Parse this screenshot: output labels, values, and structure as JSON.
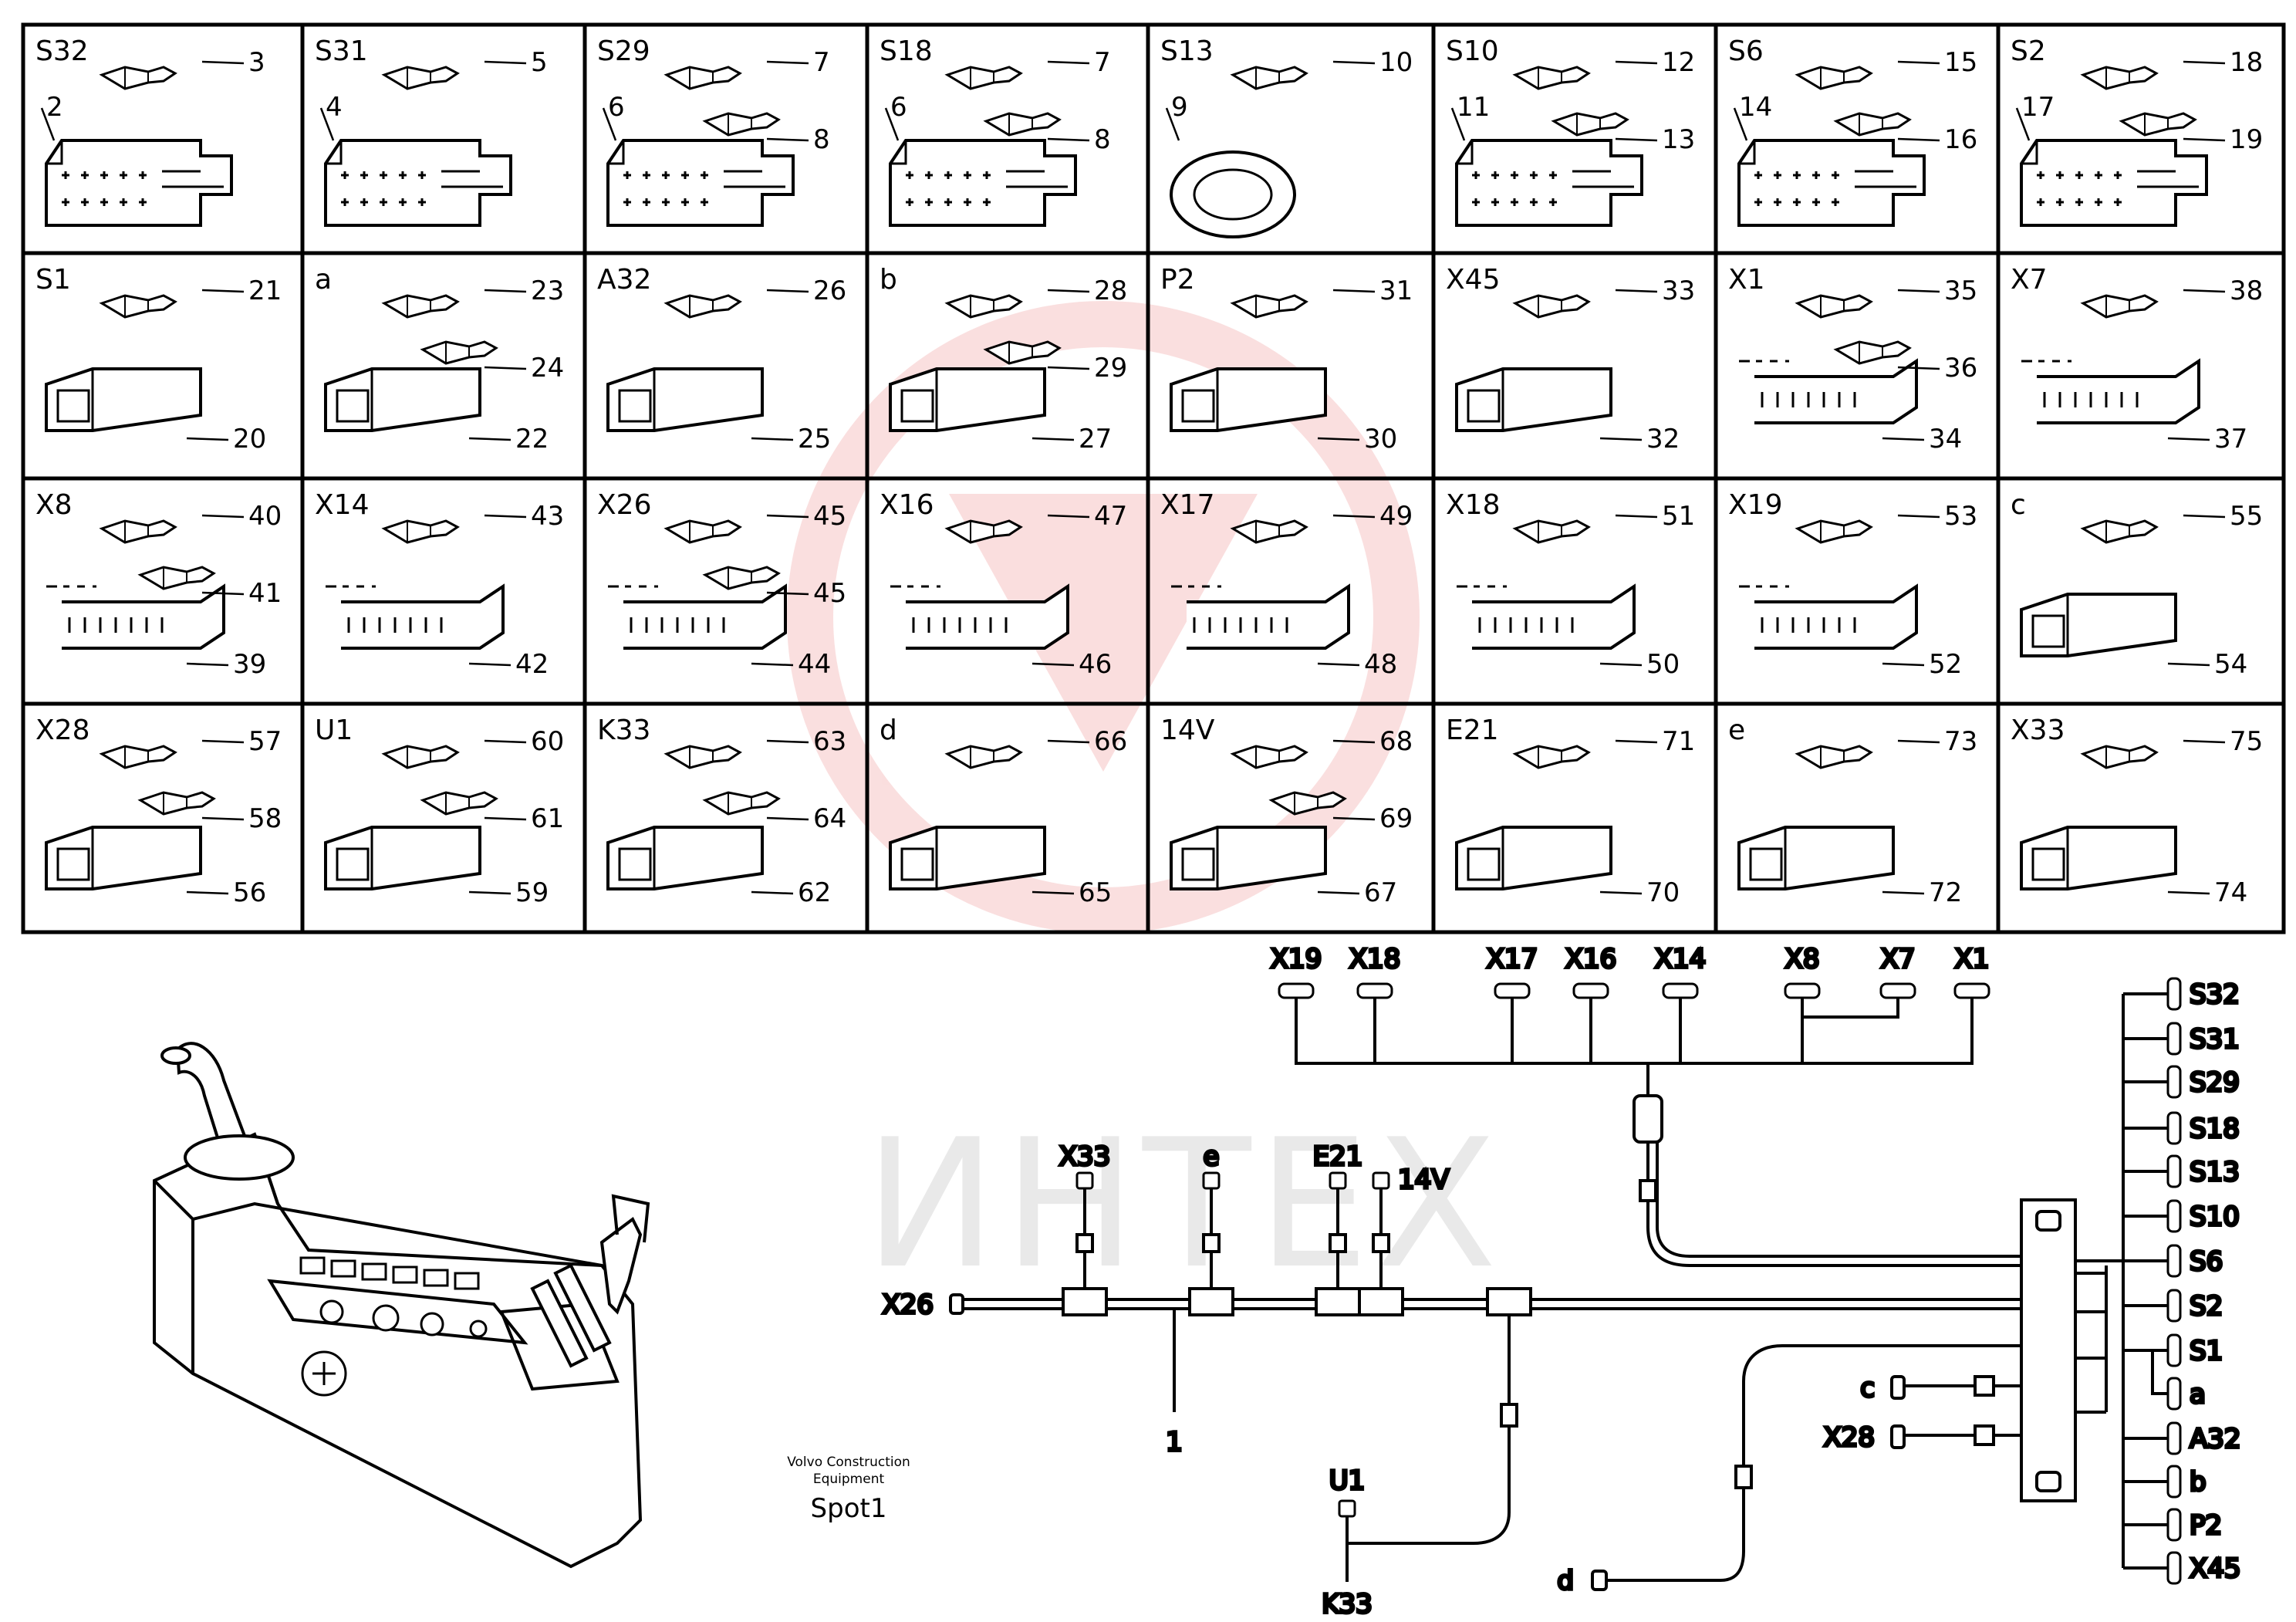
{
  "watermark": {
    "text": "ИНТЕХ",
    "color": "#f5b8b8"
  },
  "grid": {
    "rows": [
      [
        {
          "title": "S32",
          "parts": [
            "2",
            "3"
          ]
        },
        {
          "title": "S31",
          "parts": [
            "4",
            "5"
          ]
        },
        {
          "title": "S29",
          "parts": [
            "6",
            "7",
            "8"
          ]
        },
        {
          "title": "S18",
          "parts": [
            "6",
            "7",
            "8"
          ]
        },
        {
          "title": "S13",
          "parts": [
            "9",
            "10"
          ]
        },
        {
          "title": "S10",
          "parts": [
            "11",
            "12",
            "13"
          ]
        },
        {
          "title": "S6",
          "parts": [
            "14",
            "15",
            "16"
          ]
        },
        {
          "title": "S2",
          "parts": [
            "17",
            "18",
            "19"
          ]
        }
      ],
      [
        {
          "title": "S1",
          "parts": [
            "20",
            "21"
          ]
        },
        {
          "title": "a",
          "parts": [
            "22",
            "23",
            "24"
          ]
        },
        {
          "title": "A32",
          "parts": [
            "25",
            "26"
          ]
        },
        {
          "title": "b",
          "parts": [
            "27",
            "28",
            "29"
          ]
        },
        {
          "title": "P2",
          "parts": [
            "30",
            "31"
          ]
        },
        {
          "title": "X45",
          "parts": [
            "32",
            "33"
          ]
        },
        {
          "title": "X1",
          "parts": [
            "34",
            "35",
            "36"
          ]
        },
        {
          "title": "X7",
          "parts": [
            "37",
            "38"
          ]
        }
      ],
      [
        {
          "title": "X8",
          "parts": [
            "39",
            "40",
            "41"
          ]
        },
        {
          "title": "X14",
          "parts": [
            "42",
            "43"
          ]
        },
        {
          "title": "X26",
          "parts": [
            "44",
            "45",
            "45"
          ]
        },
        {
          "title": "X16",
          "parts": [
            "46",
            "47"
          ]
        },
        {
          "title": "X17",
          "parts": [
            "48",
            "49"
          ]
        },
        {
          "title": "X18",
          "parts": [
            "50",
            "51"
          ]
        },
        {
          "title": "X19",
          "parts": [
            "52",
            "53"
          ]
        },
        {
          "title": "c",
          "parts": [
            "54",
            "55"
          ]
        }
      ],
      [
        {
          "title": "X28",
          "parts": [
            "56",
            "57",
            "58"
          ]
        },
        {
          "title": "U1",
          "parts": [
            "59",
            "60",
            "61"
          ]
        },
        {
          "title": "K33",
          "parts": [
            "62",
            "63",
            "64"
          ]
        },
        {
          "title": "d",
          "parts": [
            "65",
            "66"
          ]
        },
        {
          "title": "14V",
          "parts": [
            "67",
            "68",
            "69"
          ]
        },
        {
          "title": "E21",
          "parts": [
            "70",
            "71"
          ]
        },
        {
          "title": "e",
          "parts": [
            "72",
            "73"
          ]
        },
        {
          "title": "X33",
          "parts": [
            "74",
            "75"
          ]
        }
      ]
    ]
  },
  "harness": {
    "top_connectors": [
      "X19",
      "X18",
      "X17",
      "X16",
      "X14",
      "X8",
      "X7",
      "X1"
    ],
    "mid_connectors": [
      "X33",
      "e",
      "E21",
      "14V"
    ],
    "left_connector": "X26",
    "harness_part": "1",
    "lower_connectors": [
      "U1",
      "K33",
      "d"
    ],
    "side_connectors": [
      "c",
      "X28"
    ],
    "right_connectors": [
      "S32",
      "S31",
      "S29",
      "S18",
      "S13",
      "S10",
      "S6",
      "S2",
      "S1",
      "a",
      "A32",
      "b",
      "P2",
      "X45"
    ]
  },
  "caption": {
    "company_line1": "Volvo Construction",
    "company_line2": "Equipment",
    "spot": "Spot1"
  }
}
